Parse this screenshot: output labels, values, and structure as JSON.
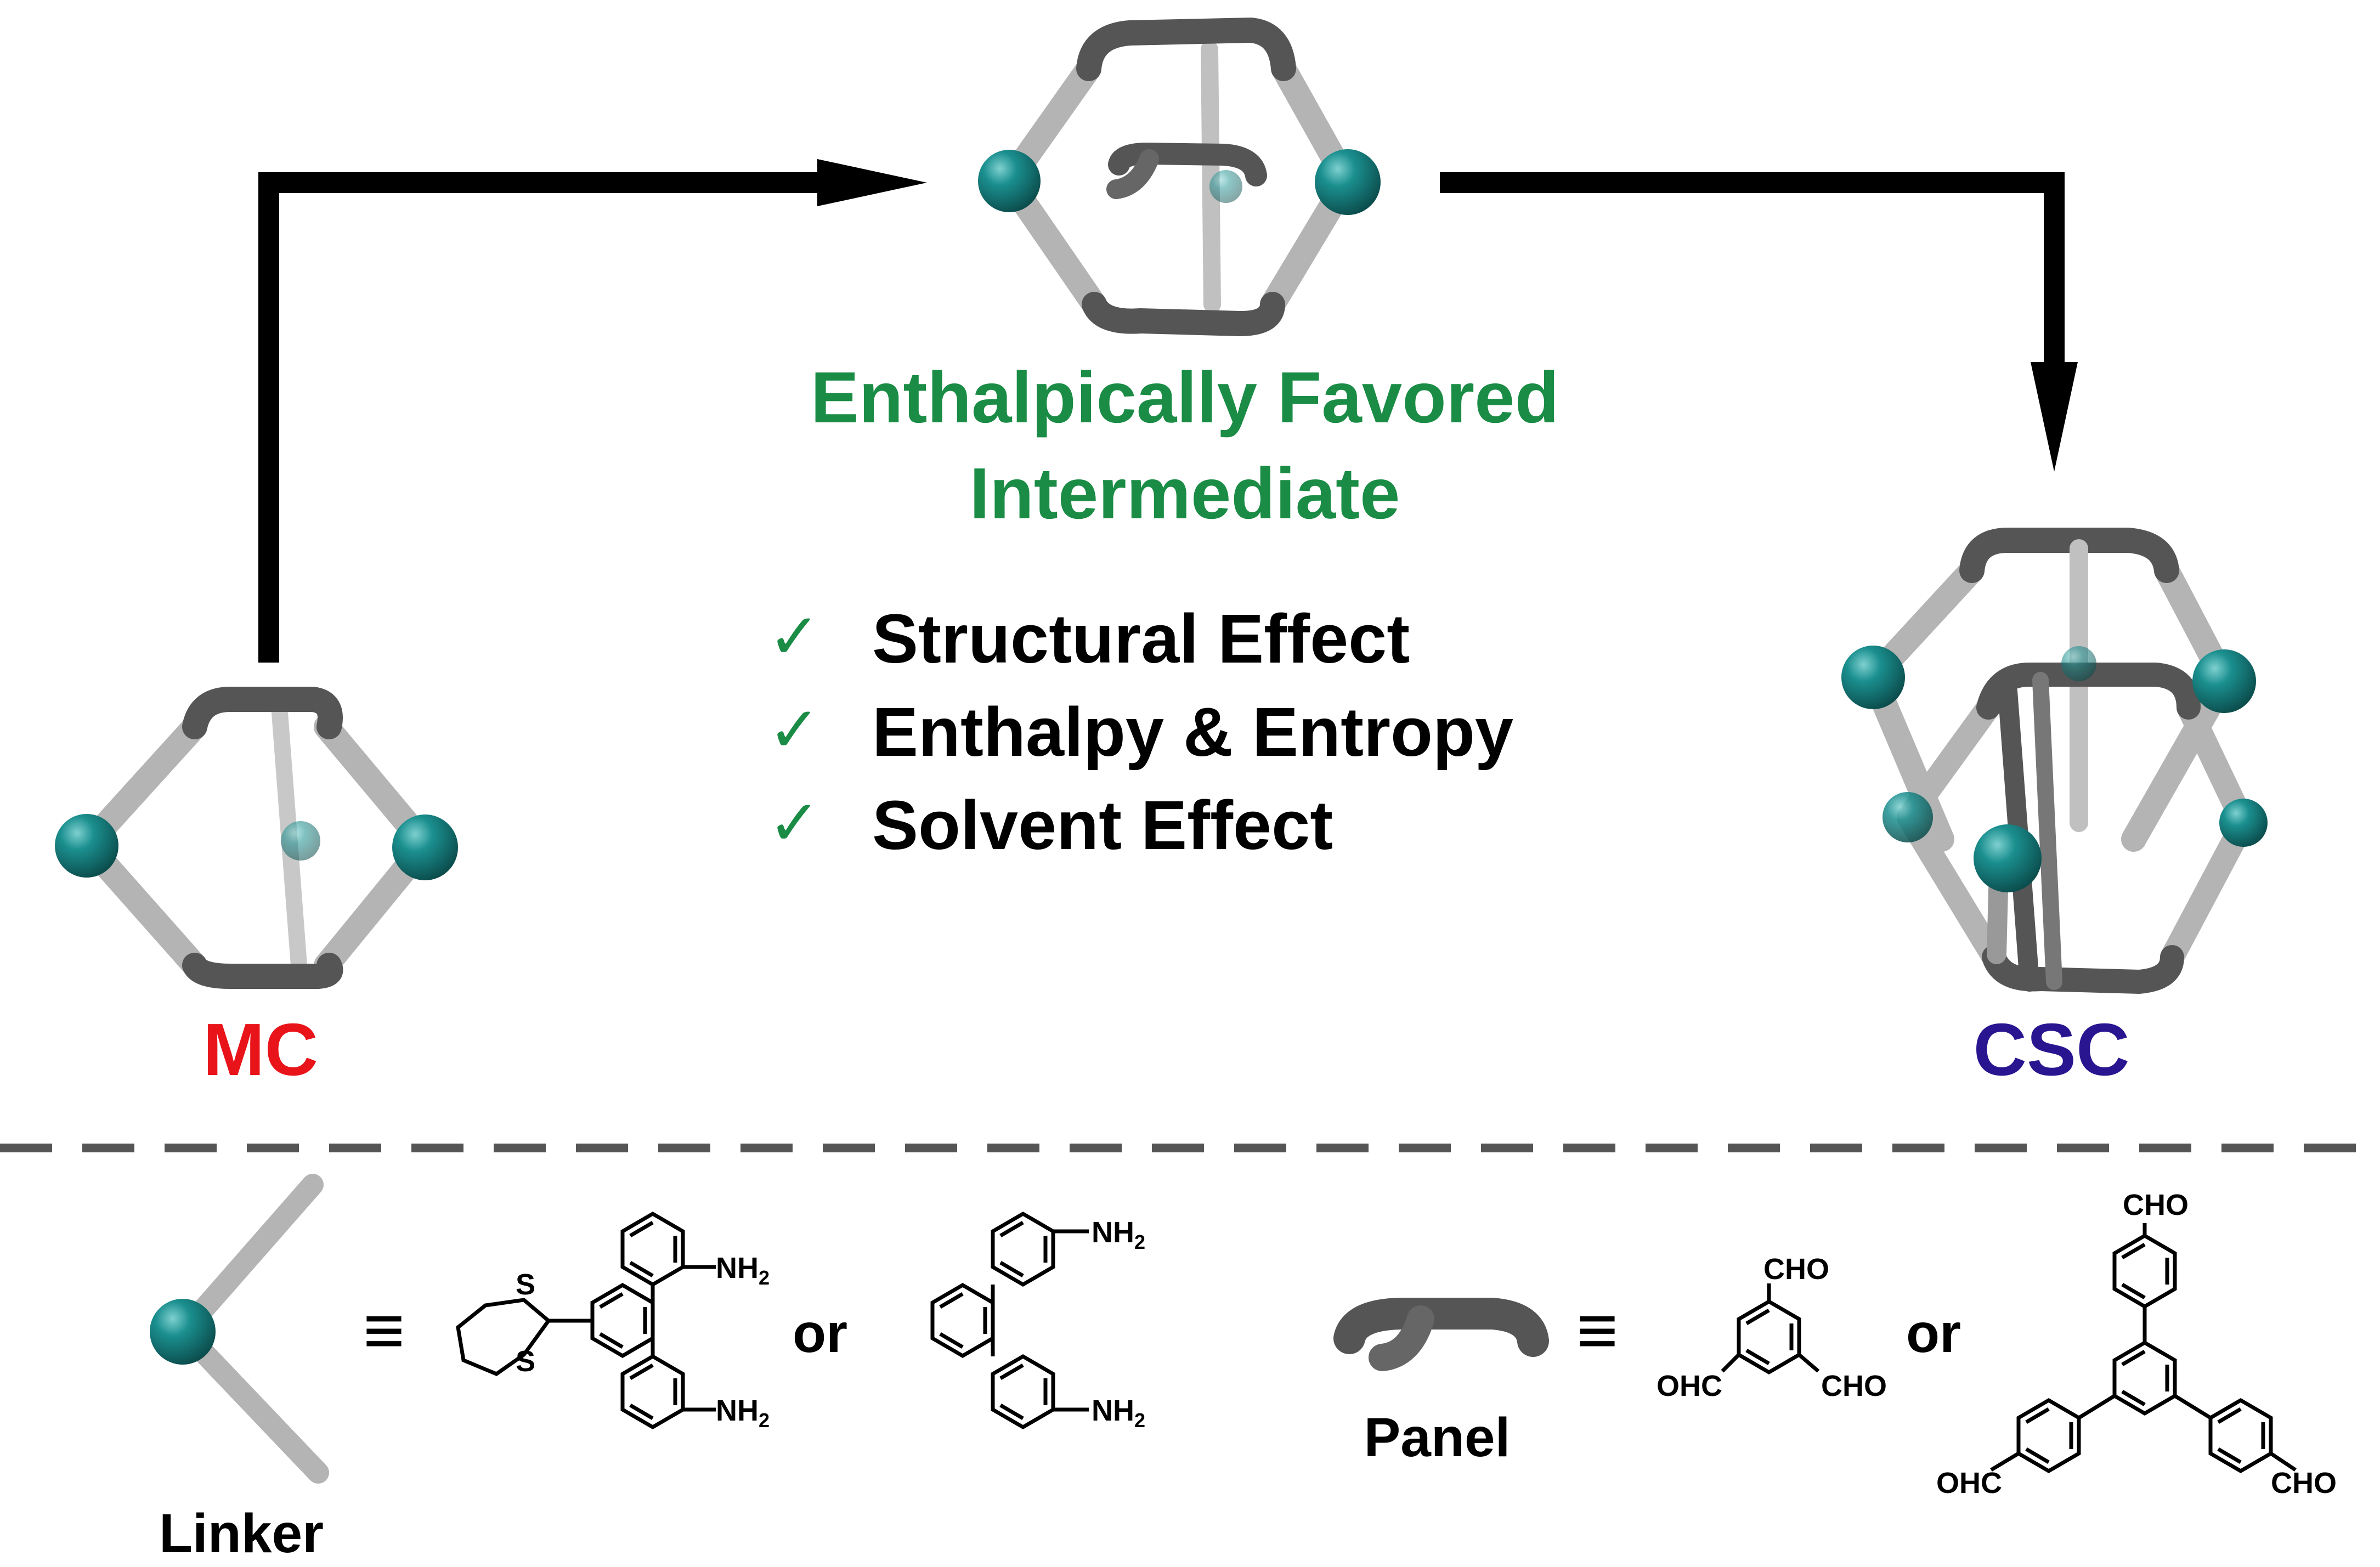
{
  "labels": {
    "intermediate_line1": "Enthalpically Favored",
    "intermediate_line2": "Intermediate",
    "mc": "MC",
    "csc": "CSC",
    "linker": "Linker",
    "panel": "Panel",
    "equiv": "≡",
    "or": "or"
  },
  "checklist": [
    {
      "mark": "✓",
      "text": "Structural Effect"
    },
    {
      "mark": "✓",
      "text": "Enthalpy & Entropy"
    },
    {
      "mark": "✓",
      "text": "Solvent Effect"
    }
  ],
  "chem": {
    "nh2": "NH",
    "nh2_sub": "2",
    "s": "S",
    "cho": "CHO",
    "ohc": "OHC"
  },
  "colors": {
    "green": "#1a8c45",
    "mc_red": "#e8141a",
    "csc_blue": "#2a1590",
    "teal": "#177f7f",
    "dark_bar": "#555555",
    "light_bar": "#b4b4b4",
    "dash": "#555555"
  }
}
